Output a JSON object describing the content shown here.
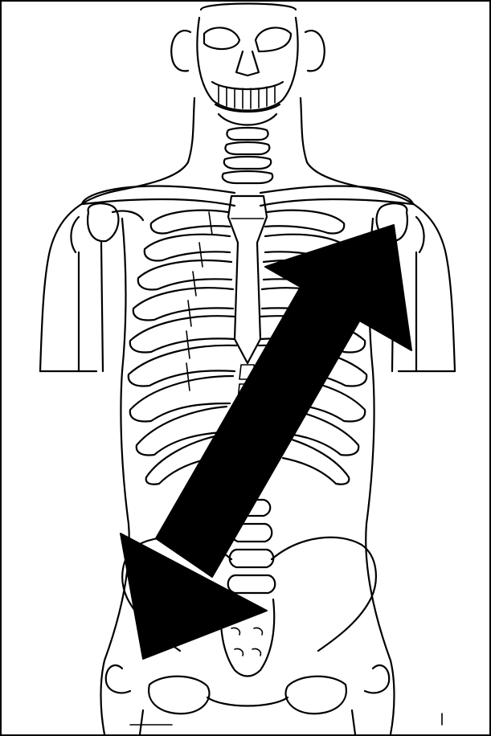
{
  "figure": {
    "subject": "skeleton-torso",
    "arrow": {
      "direction": "diagonal-double-headed",
      "from": "right-shoulder",
      "to": "left-hip",
      "color": "#000000"
    },
    "colors": {
      "line": "#000000",
      "background": "#ffffff"
    }
  }
}
